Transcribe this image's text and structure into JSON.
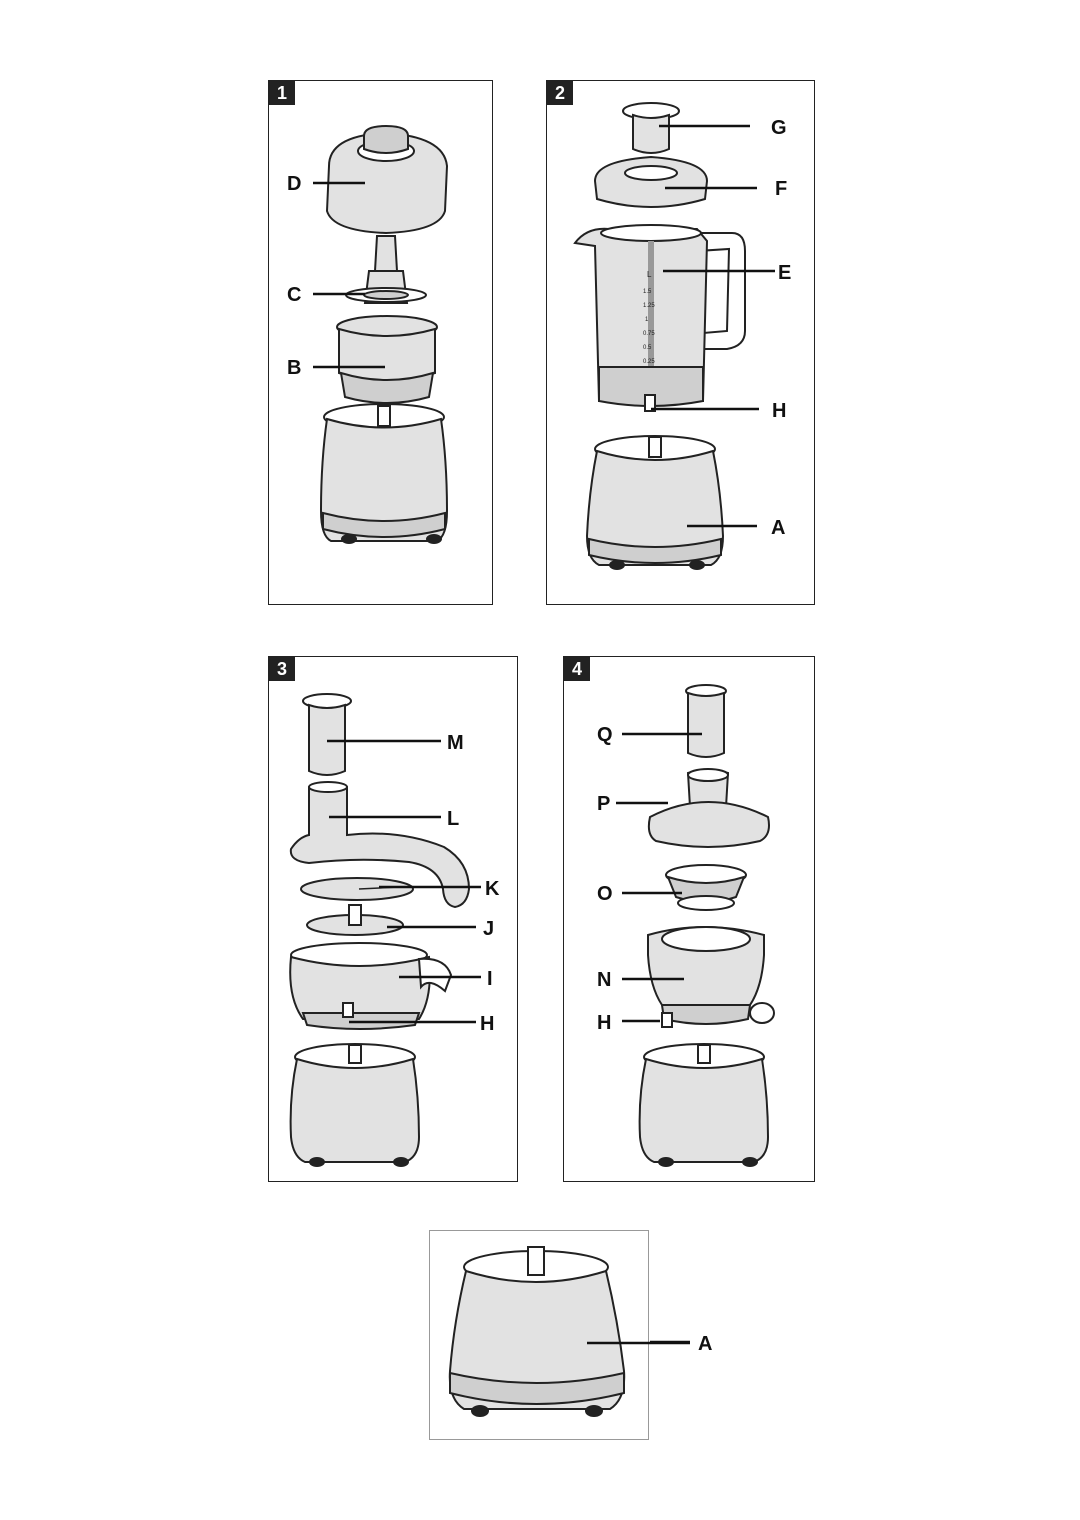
{
  "panels": [
    {
      "number": "1",
      "labels": [
        "D",
        "C",
        "B"
      ]
    },
    {
      "number": "2",
      "labels": [
        "G",
        "F",
        "E",
        "H",
        "A"
      ]
    },
    {
      "number": "3",
      "labels": [
        "M",
        "L",
        "K",
        "J",
        "I",
        "H"
      ]
    },
    {
      "number": "4",
      "labels": [
        "Q",
        "P",
        "O",
        "N",
        "H"
      ]
    },
    {
      "number": "",
      "labels": [
        "A"
      ]
    }
  ],
  "jug_markings": [
    "L",
    "1.5",
    "1.25",
    "1",
    "0.75",
    "0.5",
    "0.25"
  ]
}
